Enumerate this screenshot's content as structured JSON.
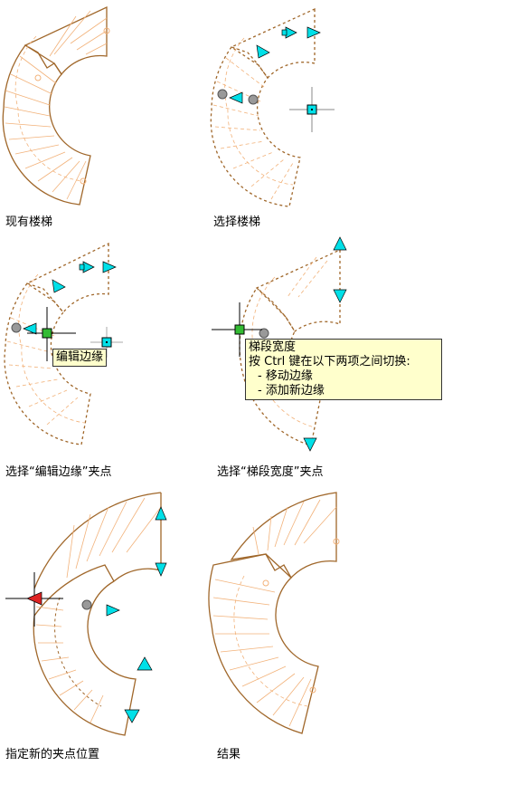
{
  "panels": [
    {
      "caption": "现有楼梯"
    },
    {
      "caption": "选择楼梯"
    },
    {
      "caption": "选择“编辑边缘”夹点",
      "tooltip": "编辑边缘"
    },
    {
      "caption": "选择“梯段宽度”夹点",
      "tooltip": {
        "title": "梯段宽度",
        "line1": "按 Ctrl 键在以下两项之间切换:",
        "opt1": "- 移动边缘",
        "opt2": "- 添加新边缘"
      }
    },
    {
      "caption": "指定新的夹点位置"
    },
    {
      "caption": "结果"
    }
  ],
  "colors": {
    "outline": "#a0672a",
    "inner": "#f2b27a",
    "grip": "#00e0e8",
    "grip_hot": "#33bb33",
    "grip_red": "#dd2222",
    "grip_gray": "#999999"
  }
}
